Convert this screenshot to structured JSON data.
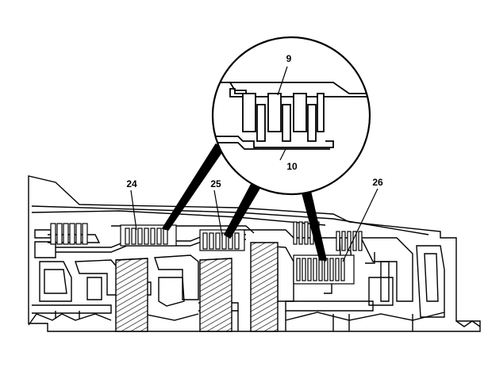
{
  "diagram": {
    "callouts": {
      "detail_top": "9",
      "detail_bottom": "10",
      "clutch_left": "24",
      "clutch_middle": "25",
      "clutch_right": "26"
    },
    "colors": {
      "line": "#000000",
      "background": "#ffffff"
    }
  }
}
